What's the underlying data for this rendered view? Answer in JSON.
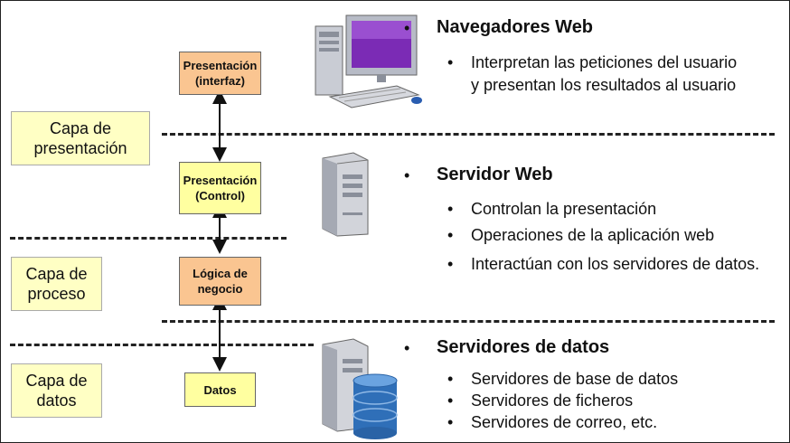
{
  "layers": [
    {
      "label": "Capa de\npresentación"
    },
    {
      "label": "Capa de\nproceso"
    },
    {
      "label": "Capa de\ndatos"
    }
  ],
  "boxes": [
    {
      "label": "Presentación\n(interfaz)",
      "color": "#fac591"
    },
    {
      "label": "Presentación\n(Control)",
      "color": "#ffffa0"
    },
    {
      "label": "Lógica de\nnegocio",
      "color": "#fac591"
    },
    {
      "label": "Datos",
      "color": "#ffffa0"
    }
  ],
  "sections": [
    {
      "bullet": "•",
      "title": "Navegadores Web",
      "items": [
        "Interpretan las peticiones del usuario y presentan los resultados al usuario"
      ]
    },
    {
      "bullet": "•",
      "title": "Servidor Web",
      "items": [
        "Controlan la presentación",
        "Operaciones de la aplicación web",
        "Interactúan con los servidores de datos."
      ]
    },
    {
      "bullet": "•",
      "title": "Servidores de datos",
      "items": [
        "Servidores de base de datos",
        "Servidores de ficheros",
        "Servidores de correo, etc."
      ]
    }
  ],
  "sub_bullet": "•",
  "icons": {
    "browser": "desktop-computer-icon",
    "web_server": "server-tower-icon",
    "data_server": "database-server-icon"
  }
}
